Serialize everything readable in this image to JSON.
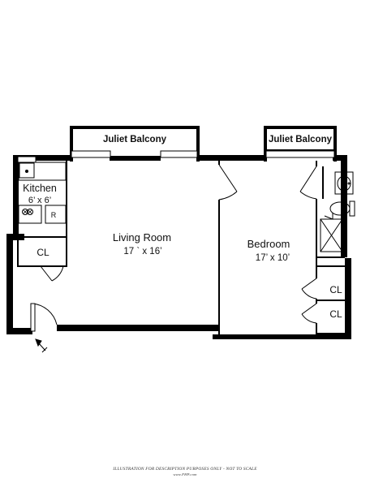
{
  "plan": {
    "rooms": {
      "living": {
        "name": "Living Room",
        "dims": "17 ` x 16’"
      },
      "bedroom": {
        "name": "Bedroom",
        "dims": "17’ x 10’"
      },
      "kitchen": {
        "name": "Kitchen",
        "dims": "6’ x 6’"
      }
    },
    "balconies": {
      "left": "Juliet Balcony",
      "right": "Juliet Balcony"
    },
    "closets": {
      "entry": "CL",
      "bedroom_upper": "CL",
      "bedroom_lower": "CL"
    },
    "fixtures": {
      "refrigerator": "R"
    },
    "disclaimer": "ILLUSTRATION FOR DESCRIPTION PURPOSES ONLY - NOT TO SCALE",
    "credit": "www.FHP.com"
  }
}
